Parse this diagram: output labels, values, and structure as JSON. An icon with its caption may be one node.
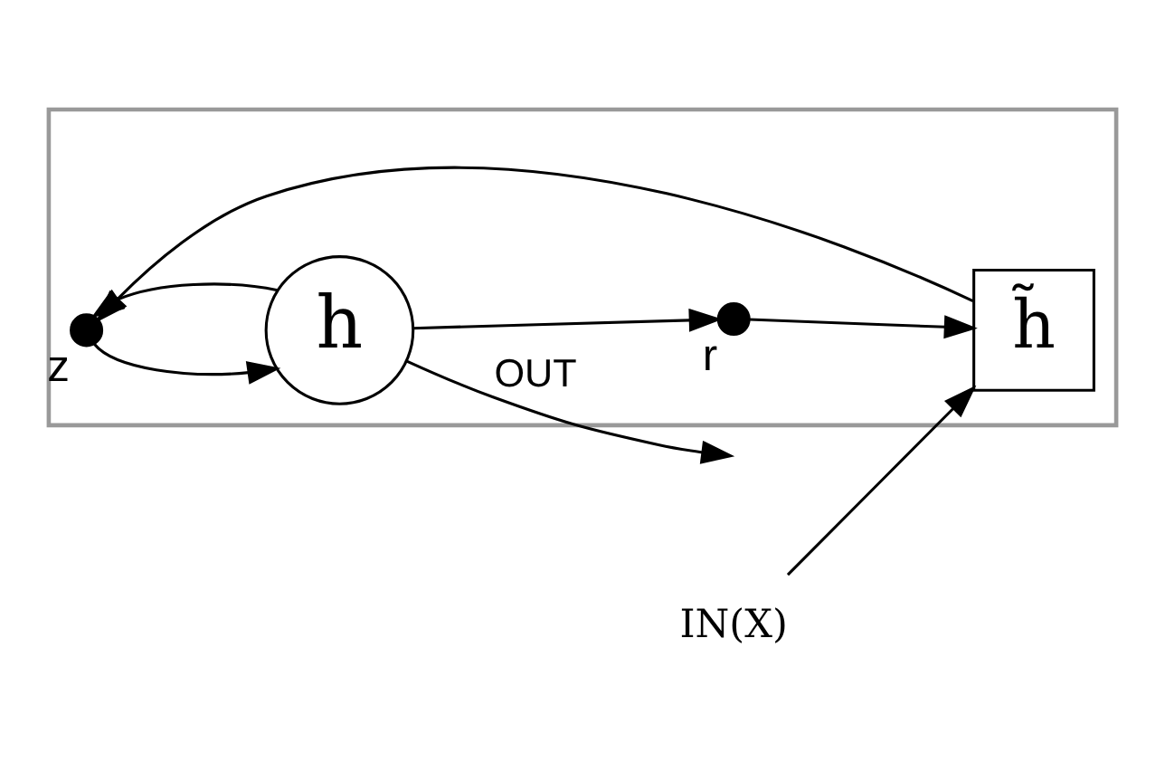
{
  "diagram": {
    "nodes": [
      {
        "text": [],
        "shape": "box"
      },
      {
        "text": [],
        "shape": "circle",
        "beside": [
          "z"
        ],
        "in": 0
      },
      {
        "text": [
          "h"
        ],
        "in": 0
      },
      {
        "text": [],
        "shape": "circle",
        "beside": [
          "r"
        ],
        "in": 0
      },
      {
        "text": [
          "h̃"
        ],
        "in": 0
      },
      {
        "text": [
          "IN(X)"
        ]
      }
    ],
    "edges": [
      {
        "from": 2,
        "to": 1,
        "arrow": "to"
      },
      {
        "from": 1,
        "to": 2,
        "arrow": "to"
      },
      {
        "from": 4,
        "to": 1,
        "arrow": "to"
      },
      {
        "from": 2,
        "to": 3,
        "arrow": "to"
      },
      {
        "from": 3,
        "to": 4,
        "arrow": "to"
      },
      {
        "from": 5,
        "to": 4,
        "arrow": "to"
      },
      {
        "from": 2,
        "to": null,
        "arrow": "to",
        "label": "OUT"
      }
    ]
  }
}
